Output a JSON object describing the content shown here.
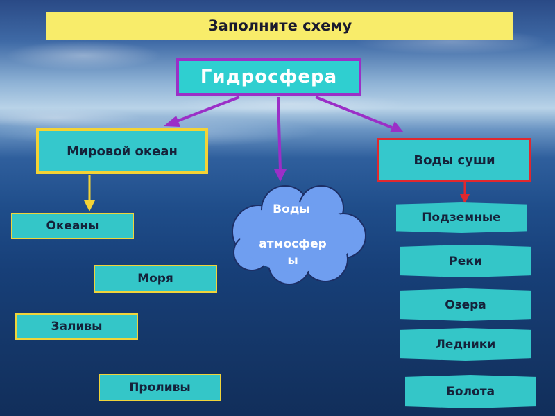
{
  "title": "Заполните схему",
  "root": "Гидросфера",
  "categories": {
    "ocean": "Мировой океан",
    "atmosphere": {
      "line1": "Воды",
      "line2": "атмосфер",
      "line3": "ы"
    },
    "land": "Воды суши"
  },
  "ocean_items": [
    "Океаны",
    "Моря",
    "Заливы",
    "Проливы"
  ],
  "land_items": [
    "Подземные",
    "Реки",
    "Озера",
    "Ледники",
    "Болота"
  ],
  "colors": {
    "title_bg": "#f8ec6a",
    "root_bg": "#2fcfd0",
    "root_border": "#9b2fc7",
    "box_bg": "#35c8cc",
    "ocean_border": "#f4d335",
    "land_border": "#e0282e",
    "cloud_fill": "#6f9ef0",
    "arrow_purple": "#9b2fc7",
    "arrow_yellow": "#f4d335",
    "arrow_red": "#e0282e"
  }
}
